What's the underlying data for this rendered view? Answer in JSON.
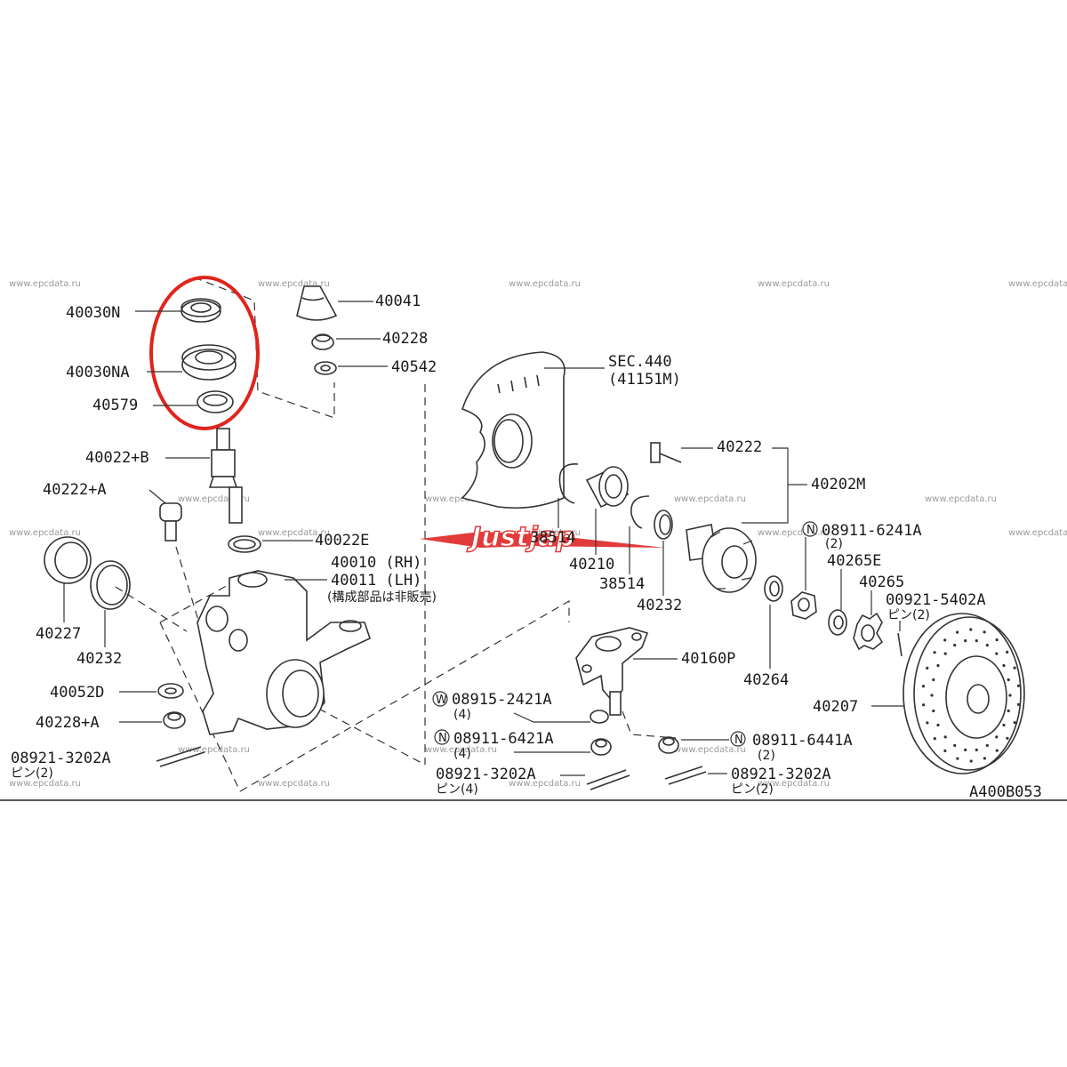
{
  "watermark": "www.epcdata.ru",
  "logo_text": "Justjap",
  "diagram_code": "A400B053",
  "highlight_color": "#e0241c",
  "labels": {
    "p40030N": "40030N",
    "p40030NA": "40030NA",
    "p40579": "40579",
    "p40041": "40041",
    "p40228": "40228",
    "p40542": "40542",
    "sec440": "SEC.440",
    "sec440_ref": "(41151M)",
    "p40022B": "40022+B",
    "p40222A": "40222+A",
    "p40022E": "40022E",
    "p40010": "40010 (RH)",
    "p40011": "40011 (LH)",
    "p40011_note": "(構成部品は非販売)",
    "p40227": "40227",
    "p40232_left": "40232",
    "p40052D": "40052D",
    "p40228A": "40228+A",
    "p08921_left": "08921-3202A",
    "p08921_left_qty": "ピン(2)",
    "p40222": "40222",
    "p40202M": "40202M",
    "p38514_a": "38514",
    "p40210": "40210",
    "p38514_b": "38514",
    "p40232_right": "40232",
    "p08911_6241A": "08911-6241A",
    "p08911_6241A_qty": "(2)",
    "p40265E": "40265E",
    "p40265": "40265",
    "p00921": "00921-5402A",
    "p00921_qty": "ピン(2)",
    "p40160P": "40160P",
    "p40264": "40264",
    "p40207": "40207",
    "p08915": "08915-2421A",
    "p08915_qty": "(4)",
    "p08911_6421A": "08911-6421A",
    "p08911_6421A_qty": "(4)",
    "p08911_6441A": "08911-6441A",
    "p08911_6441A_qty": "(2)",
    "p08921_mid": "08921-3202A",
    "p08921_mid_qty": "ピン(4)",
    "p08921_right": "08921-3202A",
    "p08921_right_qty": "ピン(2)",
    "mark_W": "W",
    "mark_N1": "N",
    "mark_N2": "N",
    "mark_N3": "N"
  }
}
